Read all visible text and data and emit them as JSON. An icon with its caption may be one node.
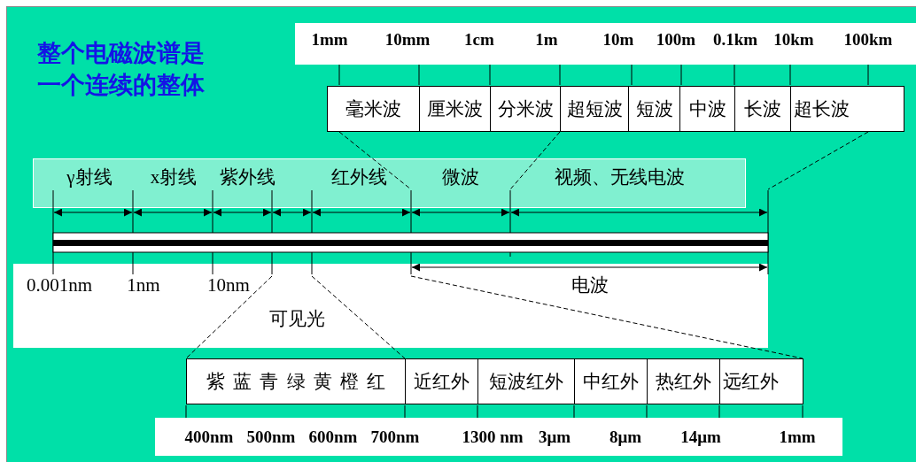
{
  "diagram": {
    "title": "整个电磁波谱是一个连续的整体",
    "nodes": [
      {
        "text": [
          "毫米波"
        ]
      },
      {
        "text": [
          "厘米波"
        ]
      },
      {
        "text": [
          "分米波"
        ]
      },
      {
        "text": [
          "超短波"
        ]
      },
      {
        "text": [
          "短波"
        ]
      },
      {
        "text": [
          "中波"
        ]
      },
      {
        "text": [
          "长波"
        ]
      },
      {
        "text": [
          "超长波"
        ]
      },
      {
        "text": [
          "紫 蓝 青 绿 黄 橙 红"
        ]
      },
      {
        "text": [
          "近红外"
        ]
      },
      {
        "text": [
          "短波红外"
        ]
      },
      {
        "text": [
          "中红外"
        ]
      },
      {
        "text": [
          "热红外"
        ]
      },
      {
        "text": [
          "远红外"
        ]
      },
      {
        "text": [],
        "shape": "bar"
      }
    ],
    "edges": [
      {
        "from": 0,
        "to": 14,
        "arrow": "none",
        "style": "dashed"
      },
      {
        "from": 3,
        "to": 14,
        "arrow": "none",
        "style": "dashed"
      },
      {
        "from": 7,
        "to": 14,
        "arrow": "none",
        "style": "dashed"
      },
      {
        "from": 14,
        "to": 8,
        "arrow": "none",
        "style": "dashed"
      },
      {
        "from": 14,
        "to": 8,
        "arrow": "none",
        "style": "dashed"
      },
      {
        "from": 14,
        "to": 13,
        "arrow": "none",
        "style": "dashed"
      }
    ],
    "labels": [
      "1mm",
      "10mm",
      "1cm",
      "1m",
      "10m",
      "100m",
      "0.1km",
      "10km",
      "100km",
      "γ射线",
      "x射线",
      "紫外线",
      "红外线",
      "微波",
      "视频、无线电波",
      "0.001nm",
      "1nm",
      "10nm",
      "电波",
      "可见光",
      "400nm",
      "500nm",
      "600nm",
      "700nm",
      "1300 nm",
      "3μm",
      "8μm",
      "14μm",
      "1mm"
    ]
  }
}
